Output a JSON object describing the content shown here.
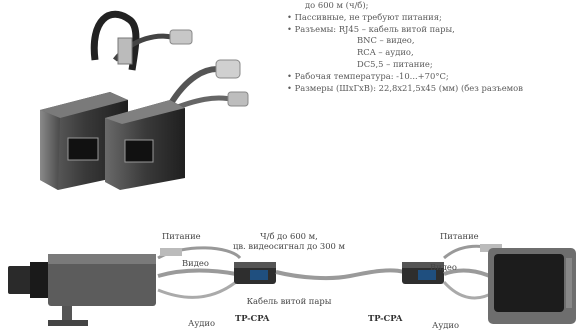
{
  "specs": {
    "lines": [
      "до 600 м (ч/б);",
      "• Пассивные, не требуют питания;",
      "• Разъемы: RJ45 – кабель витой пары,",
      "BNC – видео,",
      "RCA – аудио,",
      "DC5,5 – питание;",
      "• Рабочая температура: -10...+70°С;",
      "• Размеры (ШхГхВ): 22,8х21,5х45 (мм) (без разъемов"
    ]
  },
  "diagram": {
    "power_left": "Питание",
    "video_left": "Видео",
    "audio_left": "Аудио",
    "device_left": "TP-CPA",
    "distance_line1": "Ч/б до 600 м,",
    "distance_line2": "цв. видеосигнал до 300 м",
    "cable_label": "Кабель витой пары",
    "device_right": "TP-CPA",
    "power_right": "Питание",
    "video_right": "Видео",
    "audio_right": "Аудио"
  },
  "colors": {
    "text": "#555555",
    "device_dark": "#2e2e2e",
    "cable_gray": "#9a9a9a"
  }
}
